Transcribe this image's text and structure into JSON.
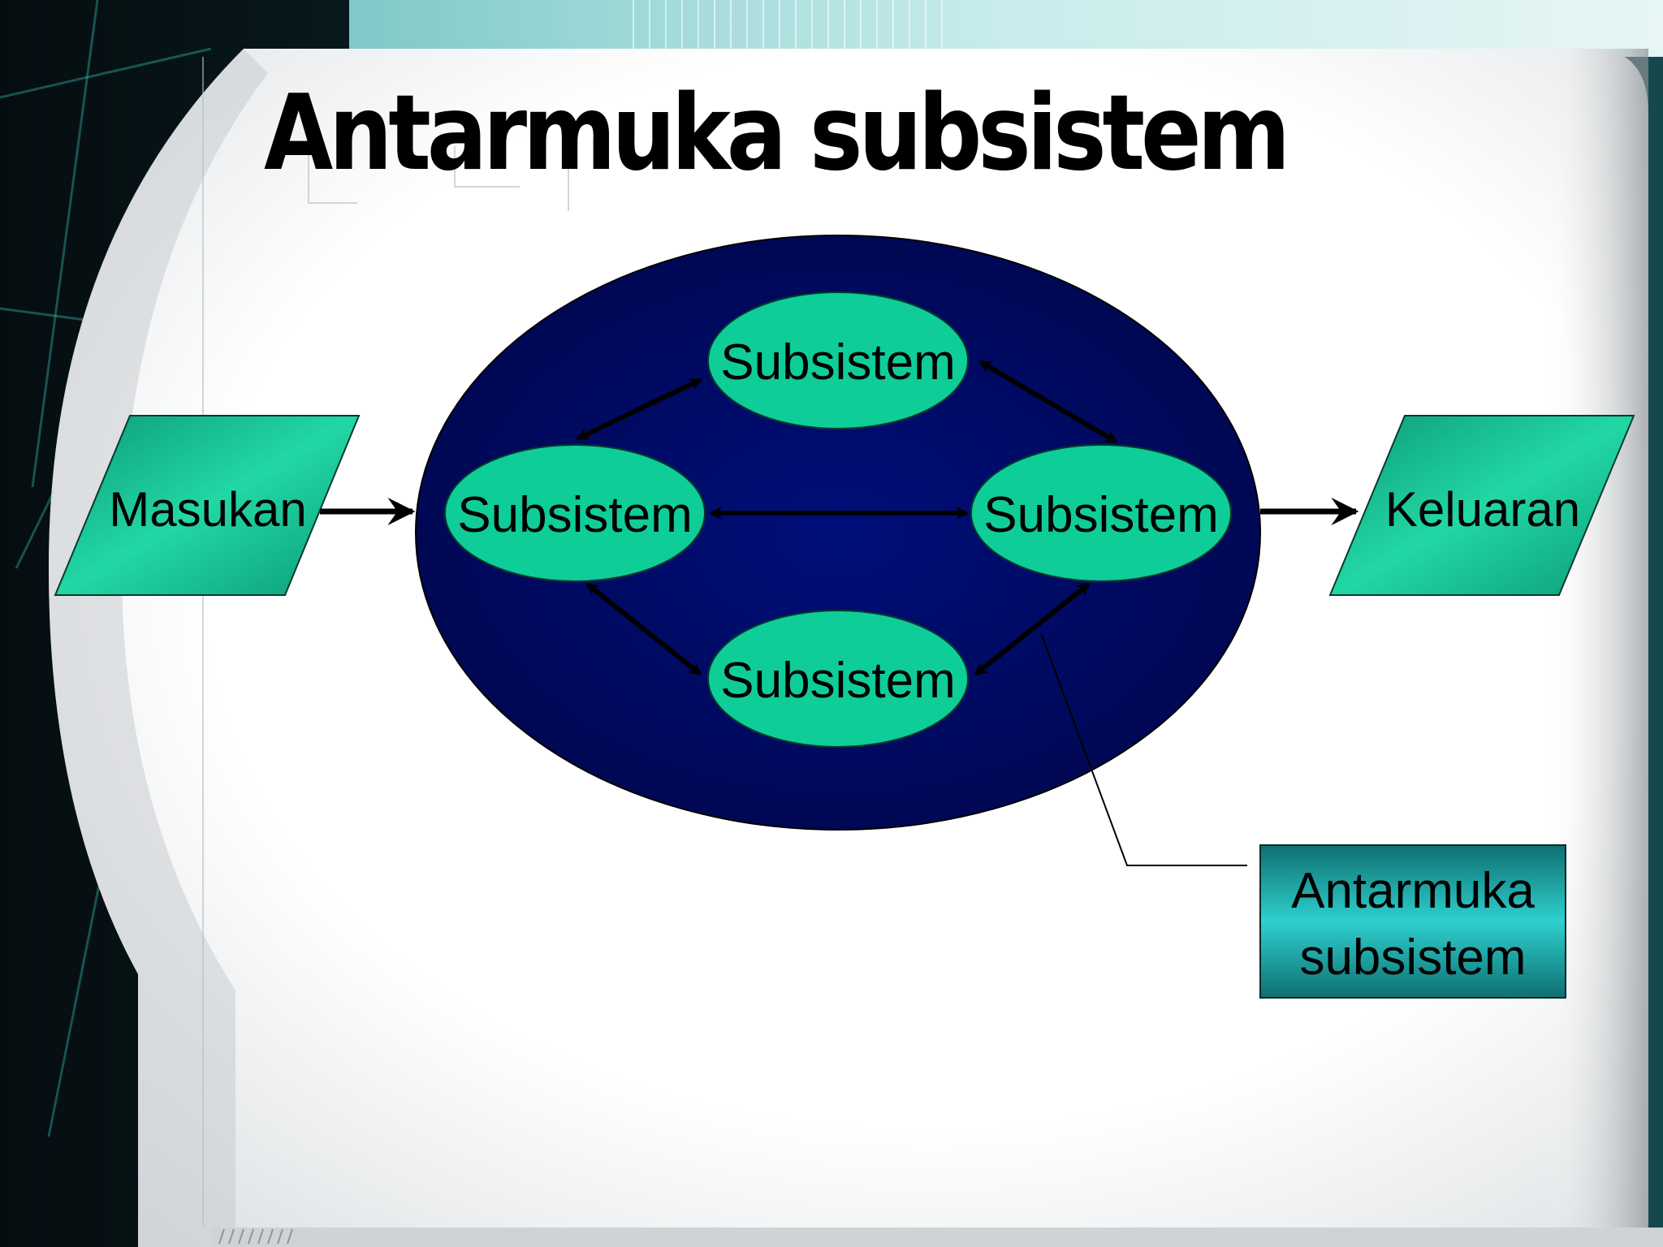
{
  "slide": {
    "title": "Antarmuka subsistem"
  },
  "diagram": {
    "input_label": "Masukan",
    "output_label": "Keluaran",
    "subsystems": [
      "Subsistem",
      "Subsistem",
      "Subsistem",
      "Subsistem"
    ],
    "callout_lines": [
      "Antarmuka",
      "subsistem"
    ]
  },
  "colors": {
    "system_fill": "#000a6b",
    "subsystem_fill": "#0fcd98",
    "io_fill": "#16b38a",
    "callout_fill": "#1aa9a5"
  }
}
